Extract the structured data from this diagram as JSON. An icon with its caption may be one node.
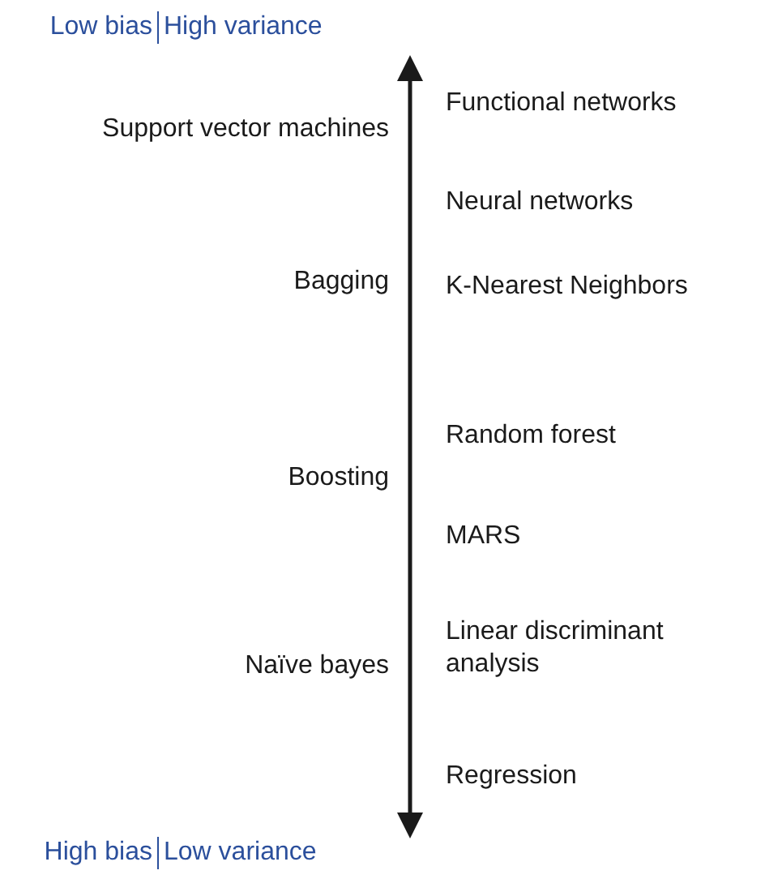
{
  "diagram": {
    "labels": [
      "Low bias",
      "High variance",
      "Support vector machines",
      "Functional networks",
      "Neural networks",
      "Bagging",
      "K-Nearest Neighbors",
      "Random forest",
      "Boosting",
      "MARS",
      "Naïve bayes",
      "Linear discriminant analysis",
      "Regression",
      "High bias",
      "Low variance"
    ]
  }
}
